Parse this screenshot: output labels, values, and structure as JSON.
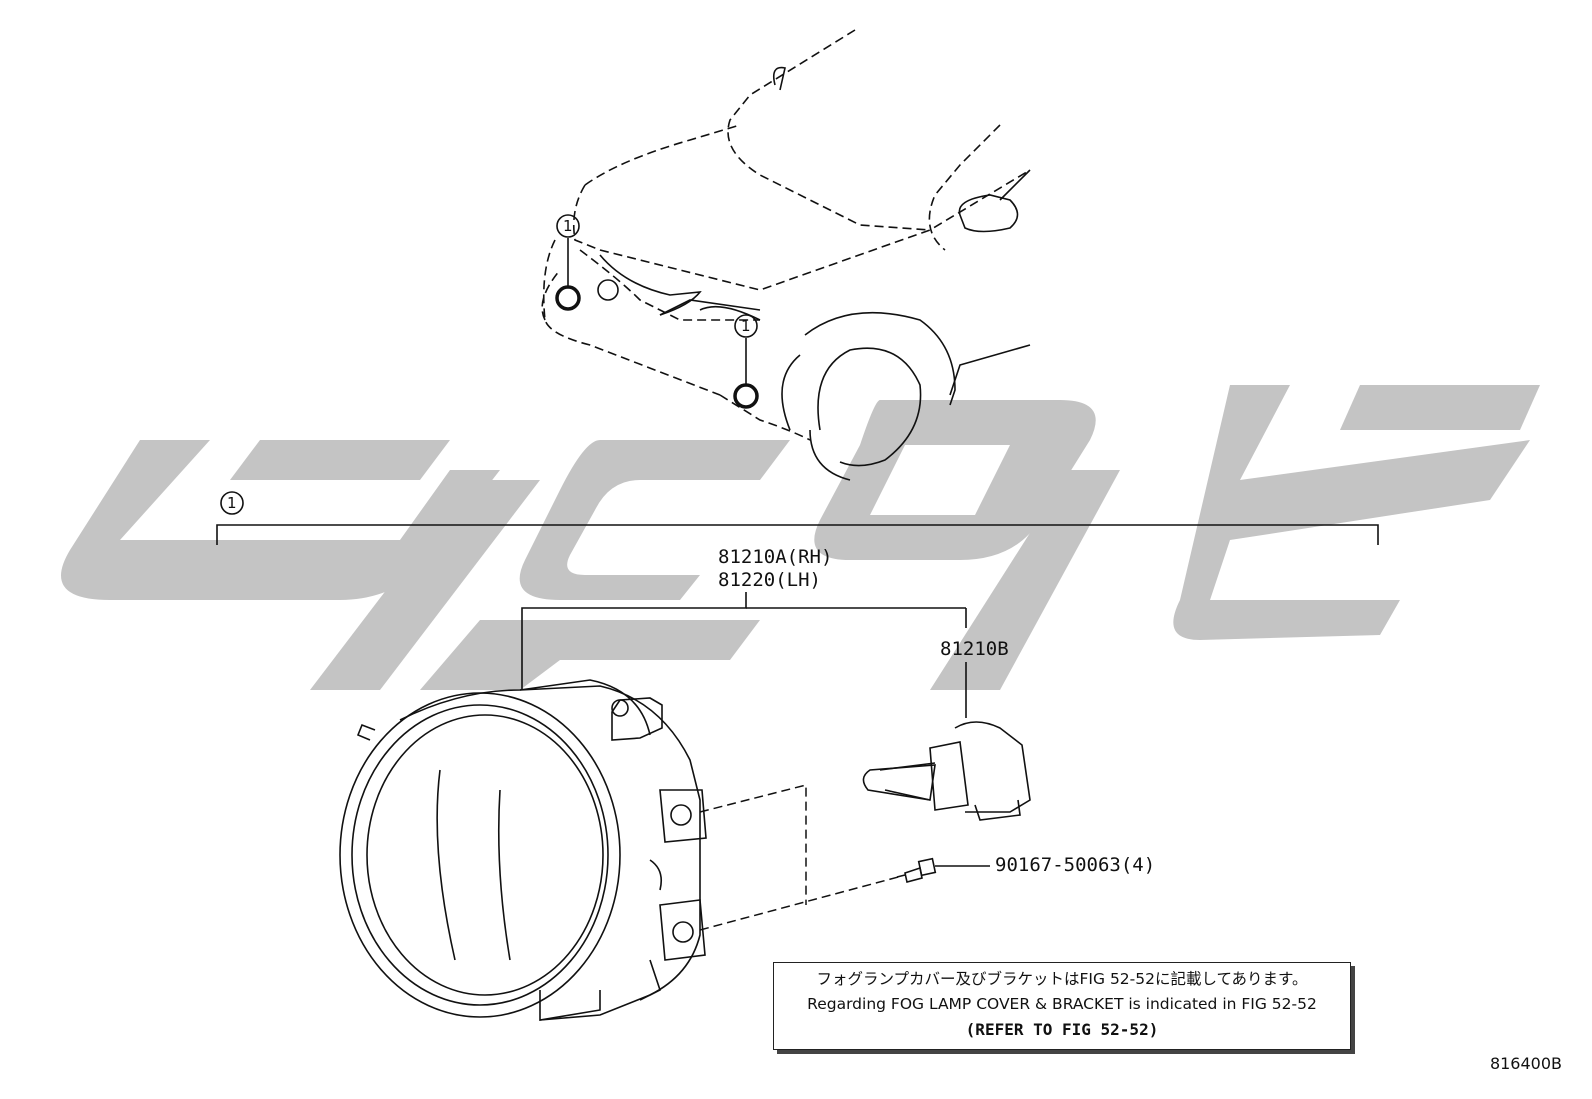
{
  "callout": {
    "number": "1"
  },
  "parts": {
    "assembly_rh": "81210A(RH)",
    "assembly_lh": "81220(LH)",
    "bulb": "81210B",
    "screw": "90167-50063(4)"
  },
  "note": {
    "line_jp": "フォグランプカバー及びブラケットはFIG 52-52に記載してあります。",
    "line_en": "Regarding FOG LAMP COVER & BRACKET is indicated in FIG 52-52",
    "line_ref": "(REFER TO FIG 52-52)"
  },
  "illustration_code": "816400B",
  "colors": {
    "watermark": "#c4c4c4",
    "ink": "#111111"
  }
}
